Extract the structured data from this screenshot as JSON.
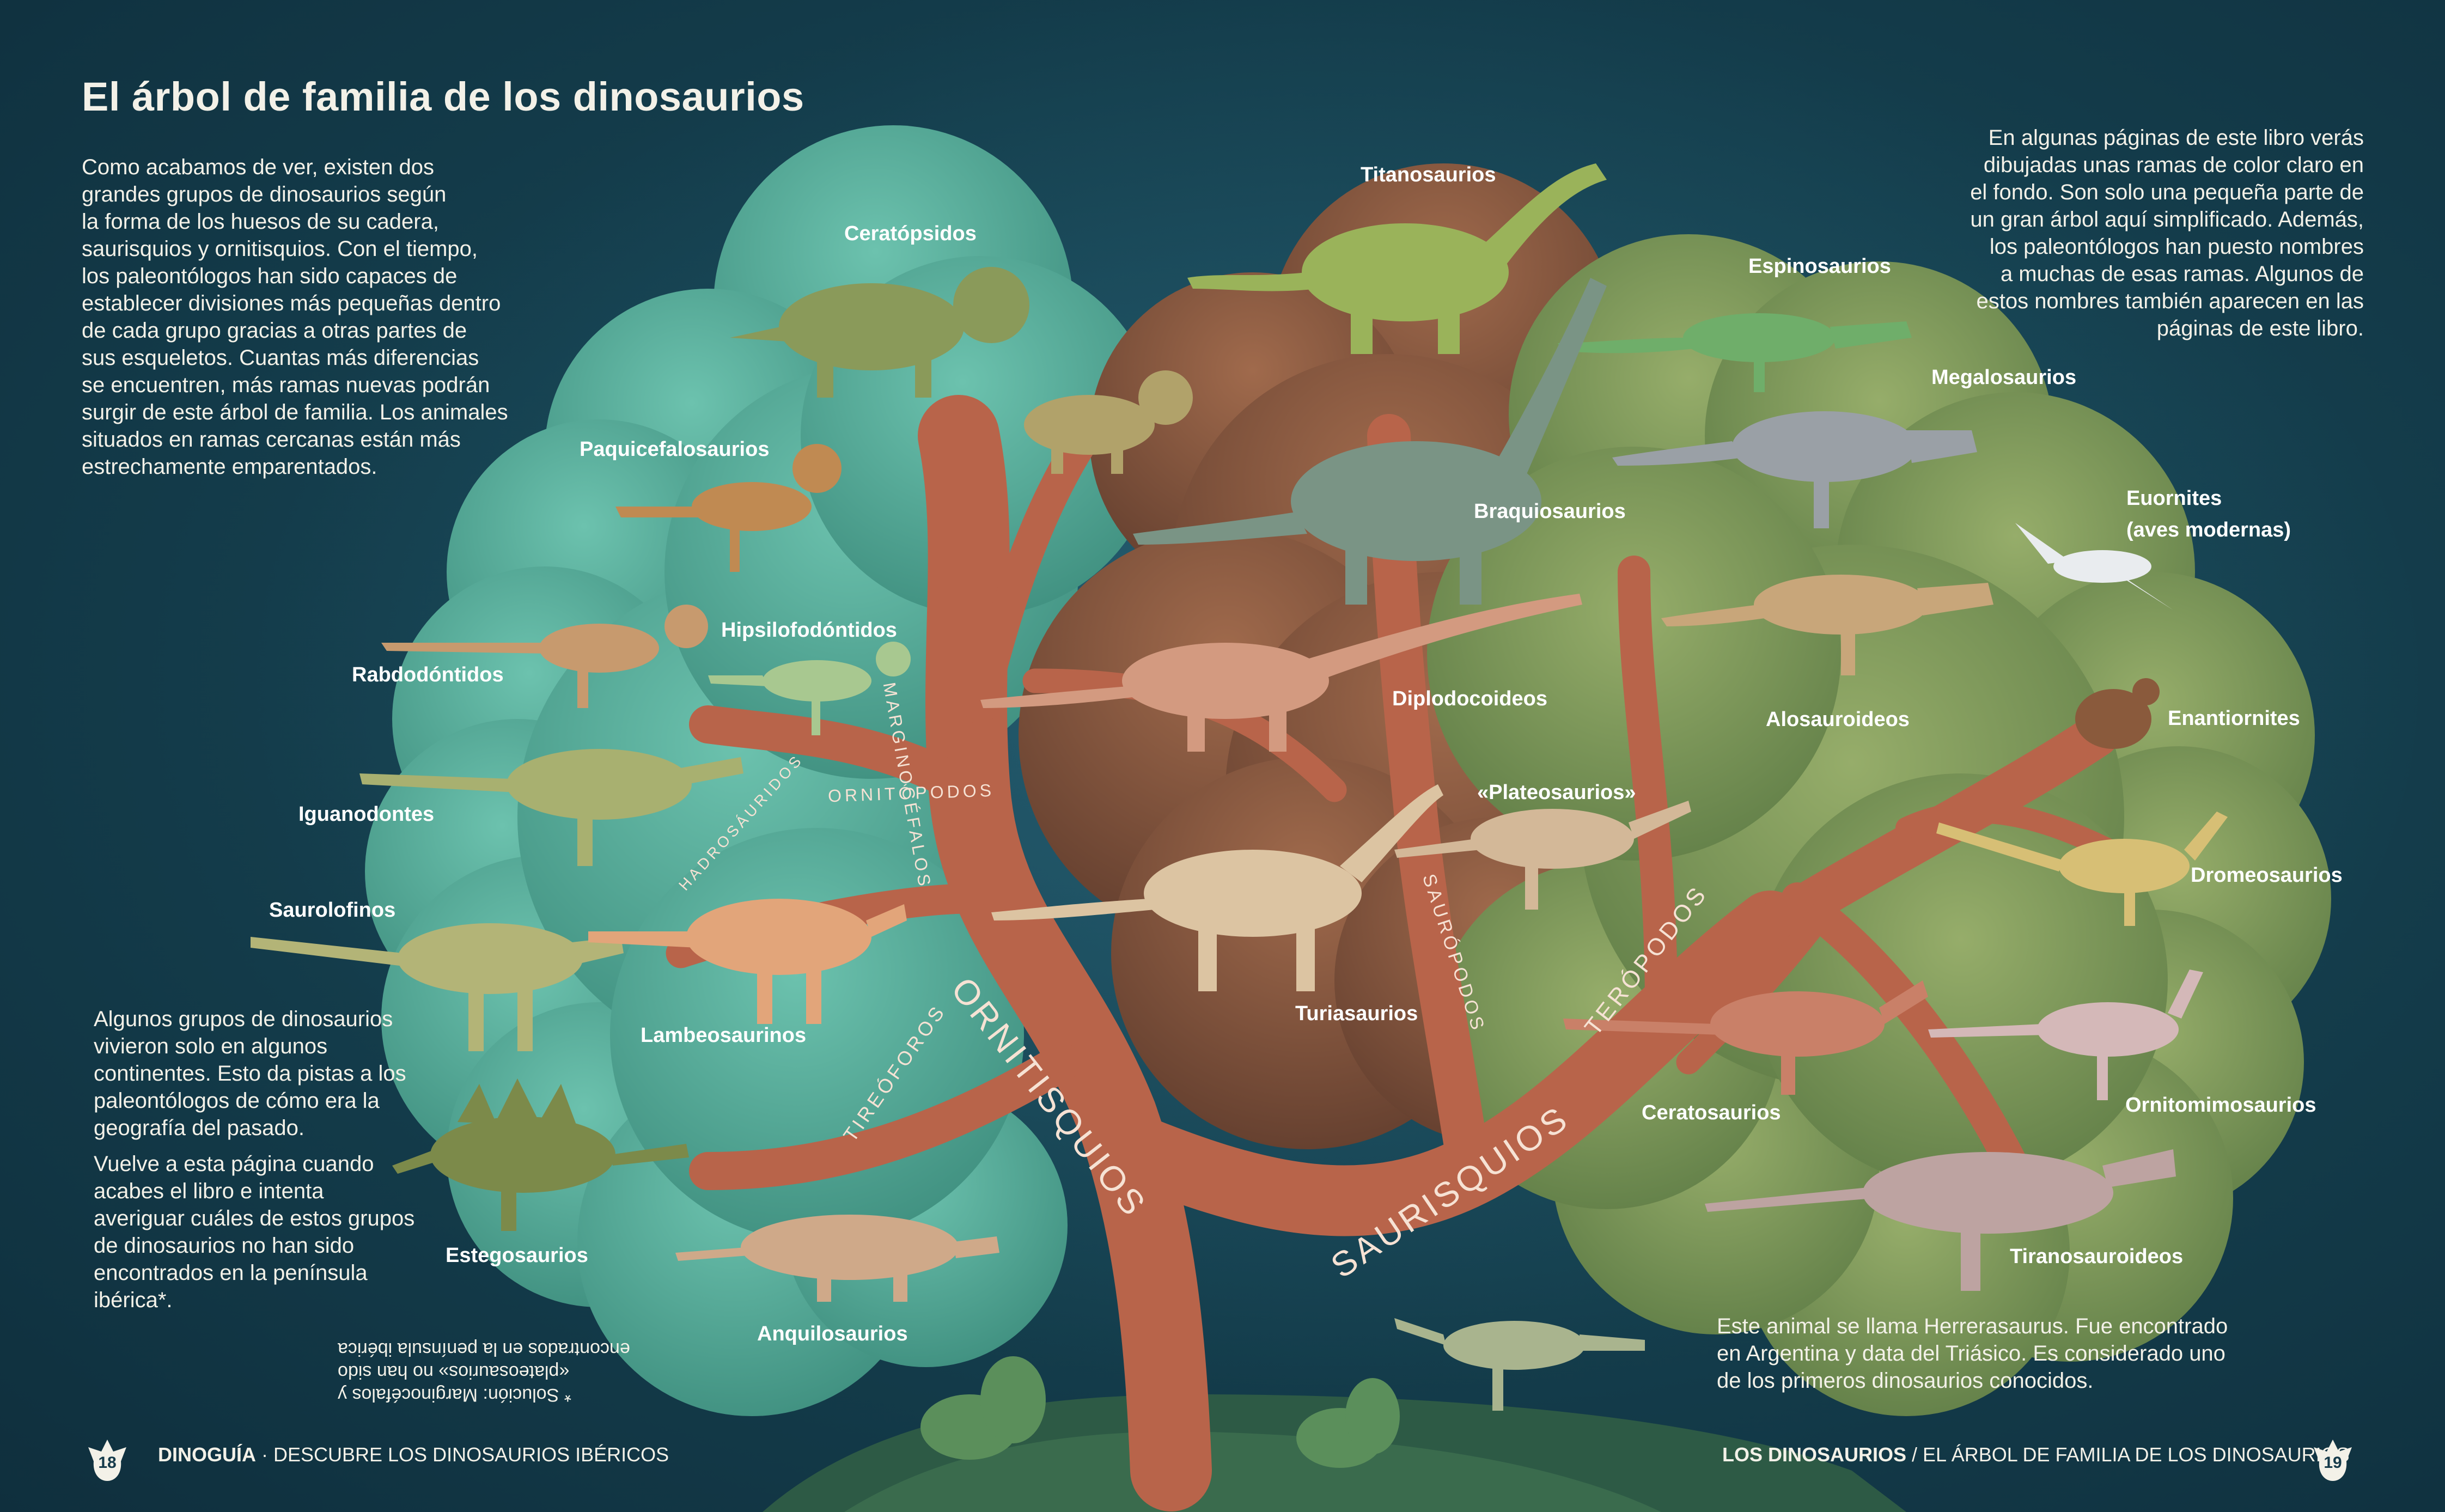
{
  "title": "El árbol de familia de los dinosaurios",
  "intro": "Como acabamos de ver, existen dos\ngrandes grupos de dinosaurios según\nla forma de los huesos de su cadera,\nsaurisquios y ornitisquios. Con el tiempo,\nlos paleontólogos han sido capaces de\nestablecer divisiones más pequeñas dentro\nde cada grupo gracias a otras partes de\nsus esqueletos. Cuantas más diferencias\nse encuentren, más ramas nuevas podrán\nsurgir de este árbol de familia. Los animales\nsituados en ramas cercanas están más\nestrechamente emparentados.",
  "side_note": "En algunas páginas de este libro verás\ndibujadas unas ramas de color claro en\nel fondo. Son solo una pequeña parte de\nun gran árbol aquí simplificado. Además,\nlos paleontólogos han puesto nombres\na muchas de esas ramas. Algunos de\nestos nombres también aparecen en las\npáginas de este libro.",
  "continents_note": "Algunos grupos de dinosaurios\nvivieron solo en algunos\ncontinentes. Esto da pistas a los\npaleontólogos de cómo era la\ngeografía del pasado.",
  "quiz_note": "Vuelve a esta página cuando\nacabes el libro e intenta\naveriguar cuáles de estos grupos\nde dinosaurios no han sido\nencontrados en la península\nibérica*.",
  "solution_note": "* Solución: Marginocéfalos y\n«plateosaurios» no han sido\nencontrados en la península ibérica",
  "herrera_note": "Este animal se llama Herrerasaurus. Fue encontrado\nen Argentina y data del Triásico. Es considerado uno\nde los primeros dinosaurios conocidos.",
  "labels": {
    "ceratopsidos": "Ceratópsidos",
    "titanosaurios": "Titanosaurios",
    "espinosaurios": "Espinosaurios",
    "megalosaurios": "Megalosaurios",
    "euornites": "Euornites\n(aves modernas)",
    "paquicefalosaurios": "Paquicefalosaurios",
    "braquiosaurios": "Braquiosaurios",
    "hipsilofodontidos": "Hipsilofodóntidos",
    "rabdodontidos": "Rabdodóntidos",
    "diplodocoideos": "Diplodocoideos",
    "alosauroideos": "Alosauroideos",
    "enantiornites": "Enantiornites",
    "iguanodontes": "Iguanodontes",
    "plateosaurios": "«Plateosaurios»",
    "dromeosaurios": "Dromeosaurios",
    "saurolofinos": "Saurolofinos",
    "turiasaurios": "Turiasaurios",
    "lambeosaurinos": "Lambeosaurinos",
    "ceratosaurios": "Ceratosaurios",
    "ornitomimosaurios": "Ornitomimosaurios",
    "estegosaurios": "Estegosaurios",
    "tiranosauroideos": "Tiranosauroideos",
    "anquilosaurios": "Anquilosaurios"
  },
  "branches": {
    "marginocefalos": "MARGINOCÉFALOS",
    "ornitopodos": "ORNITÓPODOS",
    "hadrosauridos": "HADROSÁURIDOS",
    "ornitisquios": "ORNITISQUIOS",
    "tireoforos": "TIREÓFOROS",
    "saurisquios": "SAURISQUIOS",
    "sauropodos": "SAURÓPODOS",
    "teropodos": "TERÓPODOS"
  },
  "footer": {
    "left_page": "18",
    "left_brand": "DINOGUÍA",
    "left_subtitle": " · DESCUBRE LOS DINOSAURIOS IBÉRICOS",
    "right_section": "LOS DINOSAURIOS",
    "right_subtitle": " / EL ÁRBOL DE FAMILIA DE LOS DINOSAURIOS",
    "right_page": "19"
  },
  "colors": {
    "background": "#123546",
    "trunk": "#b8644a",
    "ornithischia_canopy": "#5fb2a0",
    "saurischia_canopy": "#7f9a5a",
    "sauropod_canopy": "#8a5c44"
  }
}
